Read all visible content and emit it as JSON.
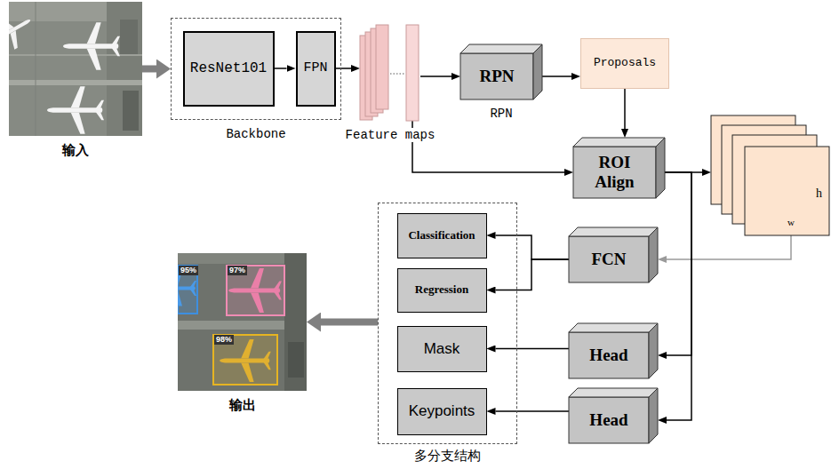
{
  "diagram": {
    "nodes": [
      {
        "text": [
          "输入"
        ]
      },
      {
        "text": [
          "Backbone"
        ]
      },
      {
        "text": [
          "ResNet101"
        ],
        "in": 1
      },
      {
        "text": [
          "FPN"
        ],
        "in": 1
      },
      {
        "text": [
          "Feature maps"
        ]
      },
      {
        "text": [
          "RPN",
          "RPN"
        ]
      },
      {
        "text": [
          "Proposals"
        ]
      },
      {
        "text": [
          "ROI Align"
        ]
      },
      {
        "text": [
          "h",
          "w"
        ]
      },
      {
        "text": [
          "FCN"
        ]
      },
      {
        "text": [
          "Head"
        ]
      },
      {
        "text": [
          "Head"
        ]
      },
      {
        "text": [
          "多分支结构"
        ]
      },
      {
        "text": [
          "Classification"
        ],
        "in": 12
      },
      {
        "text": [
          "Regression"
        ],
        "in": 12
      },
      {
        "text": [
          "Mask"
        ],
        "in": 12
      },
      {
        "text": [
          "Keypoints"
        ],
        "in": 12
      },
      {
        "text": [
          "输出"
        ]
      }
    ],
    "edges": [
      {
        "from": 0,
        "to": 1,
        "arrow": "to"
      },
      {
        "from": 2,
        "to": 3,
        "arrow": "to"
      },
      {
        "from": 3,
        "to": 4,
        "arrow": "to"
      },
      {
        "from": 4,
        "to": 5,
        "arrow": "to"
      },
      {
        "from": 5,
        "to": 6,
        "arrow": "to"
      },
      {
        "from": 4,
        "to": 7,
        "arrow": "to"
      },
      {
        "from": 6,
        "to": 7,
        "arrow": "to"
      },
      {
        "from": 7,
        "to": 8,
        "arrow": "to"
      },
      {
        "from": 8,
        "to": 9,
        "arrow": "to"
      },
      {
        "from": 7,
        "to": 10,
        "arrow": "to"
      },
      {
        "from": 7,
        "to": 11,
        "arrow": "to"
      },
      {
        "from": 9,
        "to": 13,
        "arrow": "to"
      },
      {
        "from": 9,
        "to": 14,
        "arrow": "to"
      },
      {
        "from": 10,
        "to": 15,
        "arrow": "to"
      },
      {
        "from": 11,
        "to": 16,
        "arrow": "to"
      },
      {
        "from": 12,
        "to": 17,
        "arrow": "to"
      }
    ],
    "labels": [
      "97%",
      "98%",
      "95%"
    ]
  }
}
